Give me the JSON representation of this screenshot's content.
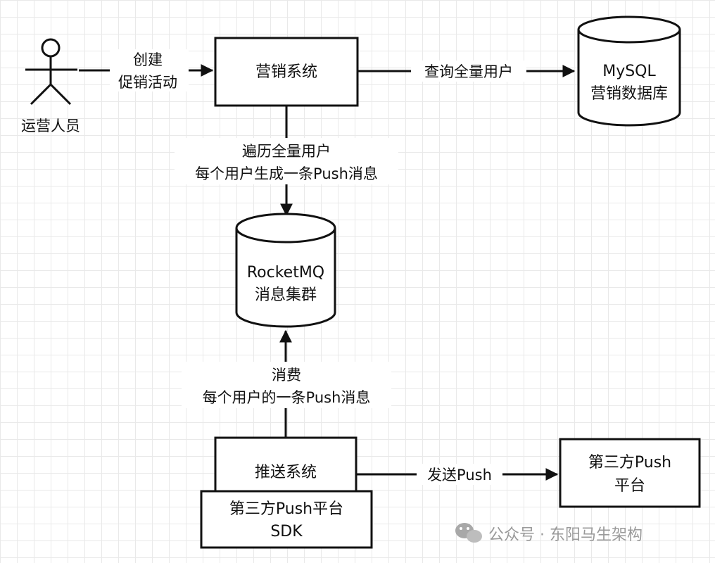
{
  "actor": {
    "label": "运营人员"
  },
  "nodes": {
    "marketing_system": "营销系统",
    "mysql": {
      "line1": "MySQL",
      "line2": "营销数据库"
    },
    "rocketmq": {
      "line1": "RocketMQ",
      "line2": "消息集群"
    },
    "push_system": "推送系统",
    "push_sdk": {
      "line1": "第三方Push平台",
      "line2": "SDK"
    },
    "third_party": {
      "line1": "第三方Push",
      "line2": "平台"
    }
  },
  "edges": {
    "create": {
      "line1": "创建",
      "line2": "促销活动"
    },
    "query": "查询全量用户",
    "traverse": {
      "line1": "遍历全量用户",
      "line2": "每个用户生成一条Push消息"
    },
    "consume": {
      "line1": "消费",
      "line2": "每个用户的一条Push消息"
    },
    "send": "发送Push"
  },
  "watermark": "公众号 · 东阳马生架构",
  "icons": {
    "watermark": "wechat-icon"
  }
}
